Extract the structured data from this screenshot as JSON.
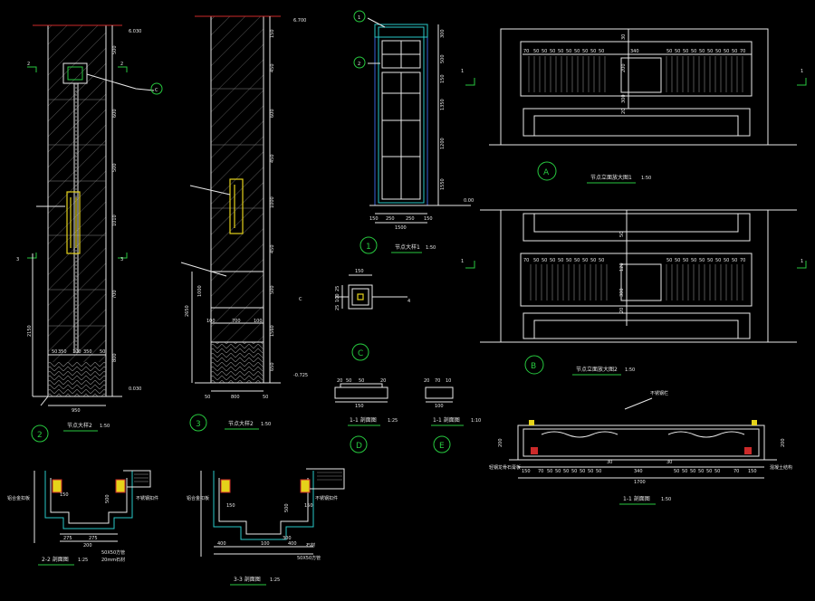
{
  "palette": {
    "background": "#000000",
    "lines": "#e8e8e8",
    "callout_circles": "#27c93f",
    "section_cut": "#cc2a2a",
    "glass": "#29c8c8",
    "frame": "#3a62d8",
    "lamp": "#e5d31a"
  },
  "elevations": {
    "e1": {
      "circle": "1",
      "title": "节点大样1",
      "scale": "1:50",
      "widths": [
        "150",
        "250",
        "250",
        "150"
      ],
      "total": "1500",
      "heights": [
        "300",
        "500",
        "150",
        "1350",
        "1200",
        "1550"
      ],
      "elev": "0.00",
      "callouts": [
        "1",
        "2"
      ]
    },
    "e2": {
      "circle": "2",
      "title": "节点大样2",
      "scale": "1:50",
      "width": "950",
      "elev_top": "6.030",
      "elev_bottom": "0.030",
      "heights": [
        "500",
        "600",
        "500",
        "1010",
        "700",
        "800",
        "2150"
      ],
      "bottom_dims": [
        "50",
        "350",
        "100",
        "350",
        "50"
      ],
      "section_marks": [
        "2",
        "2",
        "3",
        "3"
      ],
      "callout": "C"
    },
    "e3": {
      "circle": "3",
      "title": "节点大样2",
      "scale": "1:50",
      "widths": [
        "50",
        "800",
        "50"
      ],
      "elev_top": "6.700",
      "elev_bottom": "-0.725",
      "heights": [
        "150",
        "450",
        "600",
        "450",
        "1000",
        "450",
        "500",
        "1560",
        "650"
      ],
      "left_dims": [
        "1000",
        "2650"
      ],
      "bottom_dims": [
        "100",
        "700",
        "100"
      ]
    }
  },
  "details": {
    "C": {
      "circle": "C",
      "dims": [
        "150",
        "25",
        "100",
        "25"
      ],
      "marks": [
        "C",
        "4"
      ]
    },
    "D": {
      "circle": "D",
      "title": "1-1 剖面图",
      "scale": "1:25",
      "dims": [
        "20",
        "50",
        "50",
        "150",
        "20"
      ]
    },
    "E": {
      "circle": "E",
      "title": "1-1 剖面图",
      "scale": "1:10",
      "dims": [
        "20",
        "70",
        "10",
        "100"
      ]
    }
  },
  "plans": {
    "A": {
      "circle": "A",
      "title": "节点立面放大图1",
      "scale": "1:50",
      "grille_dims": [
        "70",
        "50",
        "50",
        "50",
        "50",
        "50",
        "50",
        "50",
        "50",
        "50",
        "340",
        "50",
        "50",
        "50",
        "50",
        "50",
        "50",
        "50",
        "50",
        "50",
        "70"
      ],
      "side_dims": [
        "30",
        "200",
        "300",
        "20"
      ],
      "marks": [
        "1",
        "1"
      ]
    },
    "B": {
      "circle": "B",
      "title": "节点立面放大图2",
      "scale": "1:50",
      "grille_dims": [
        "70",
        "50",
        "50",
        "50",
        "50",
        "50",
        "50",
        "50",
        "50",
        "50",
        "50",
        "50",
        "50",
        "50",
        "50",
        "50",
        "50",
        "50",
        "50",
        "70"
      ],
      "side_dims": [
        "50",
        "120",
        "300",
        "20"
      ],
      "marks": [
        "1",
        "1"
      ]
    }
  },
  "section_1_1": {
    "title": "1-1 剖面图",
    "scale": "1:50",
    "label": "不锈钢栏",
    "height": "200",
    "dims": [
      "150",
      "70",
      "50",
      "50",
      "50",
      "50",
      "50",
      "50",
      "50",
      "340",
      "50",
      "50",
      "50",
      "50",
      "50",
      "50",
      "70",
      "150"
    ],
    "small_dims": [
      "30",
      "30"
    ],
    "total": "1700",
    "notes": [
      "轻钢龙骨石膏板",
      "混凝土结构"
    ]
  },
  "sections": {
    "s22": {
      "title": "2-2 剖面图",
      "scale": "1:25",
      "dims": [
        "275",
        "275",
        "200",
        "150",
        "500"
      ],
      "notes": [
        "铝合金扣板",
        "不锈钢扣件",
        "50X50方管",
        "20mm石材"
      ]
    },
    "s33": {
      "title": "3-3 剖面图",
      "scale": "1:25",
      "dims": [
        "400",
        "100",
        "400",
        "150",
        "500",
        "150",
        "300"
      ],
      "notes": [
        "铝合金扣板",
        "不锈钢扣件",
        "石材",
        "50X50方管"
      ]
    }
  }
}
